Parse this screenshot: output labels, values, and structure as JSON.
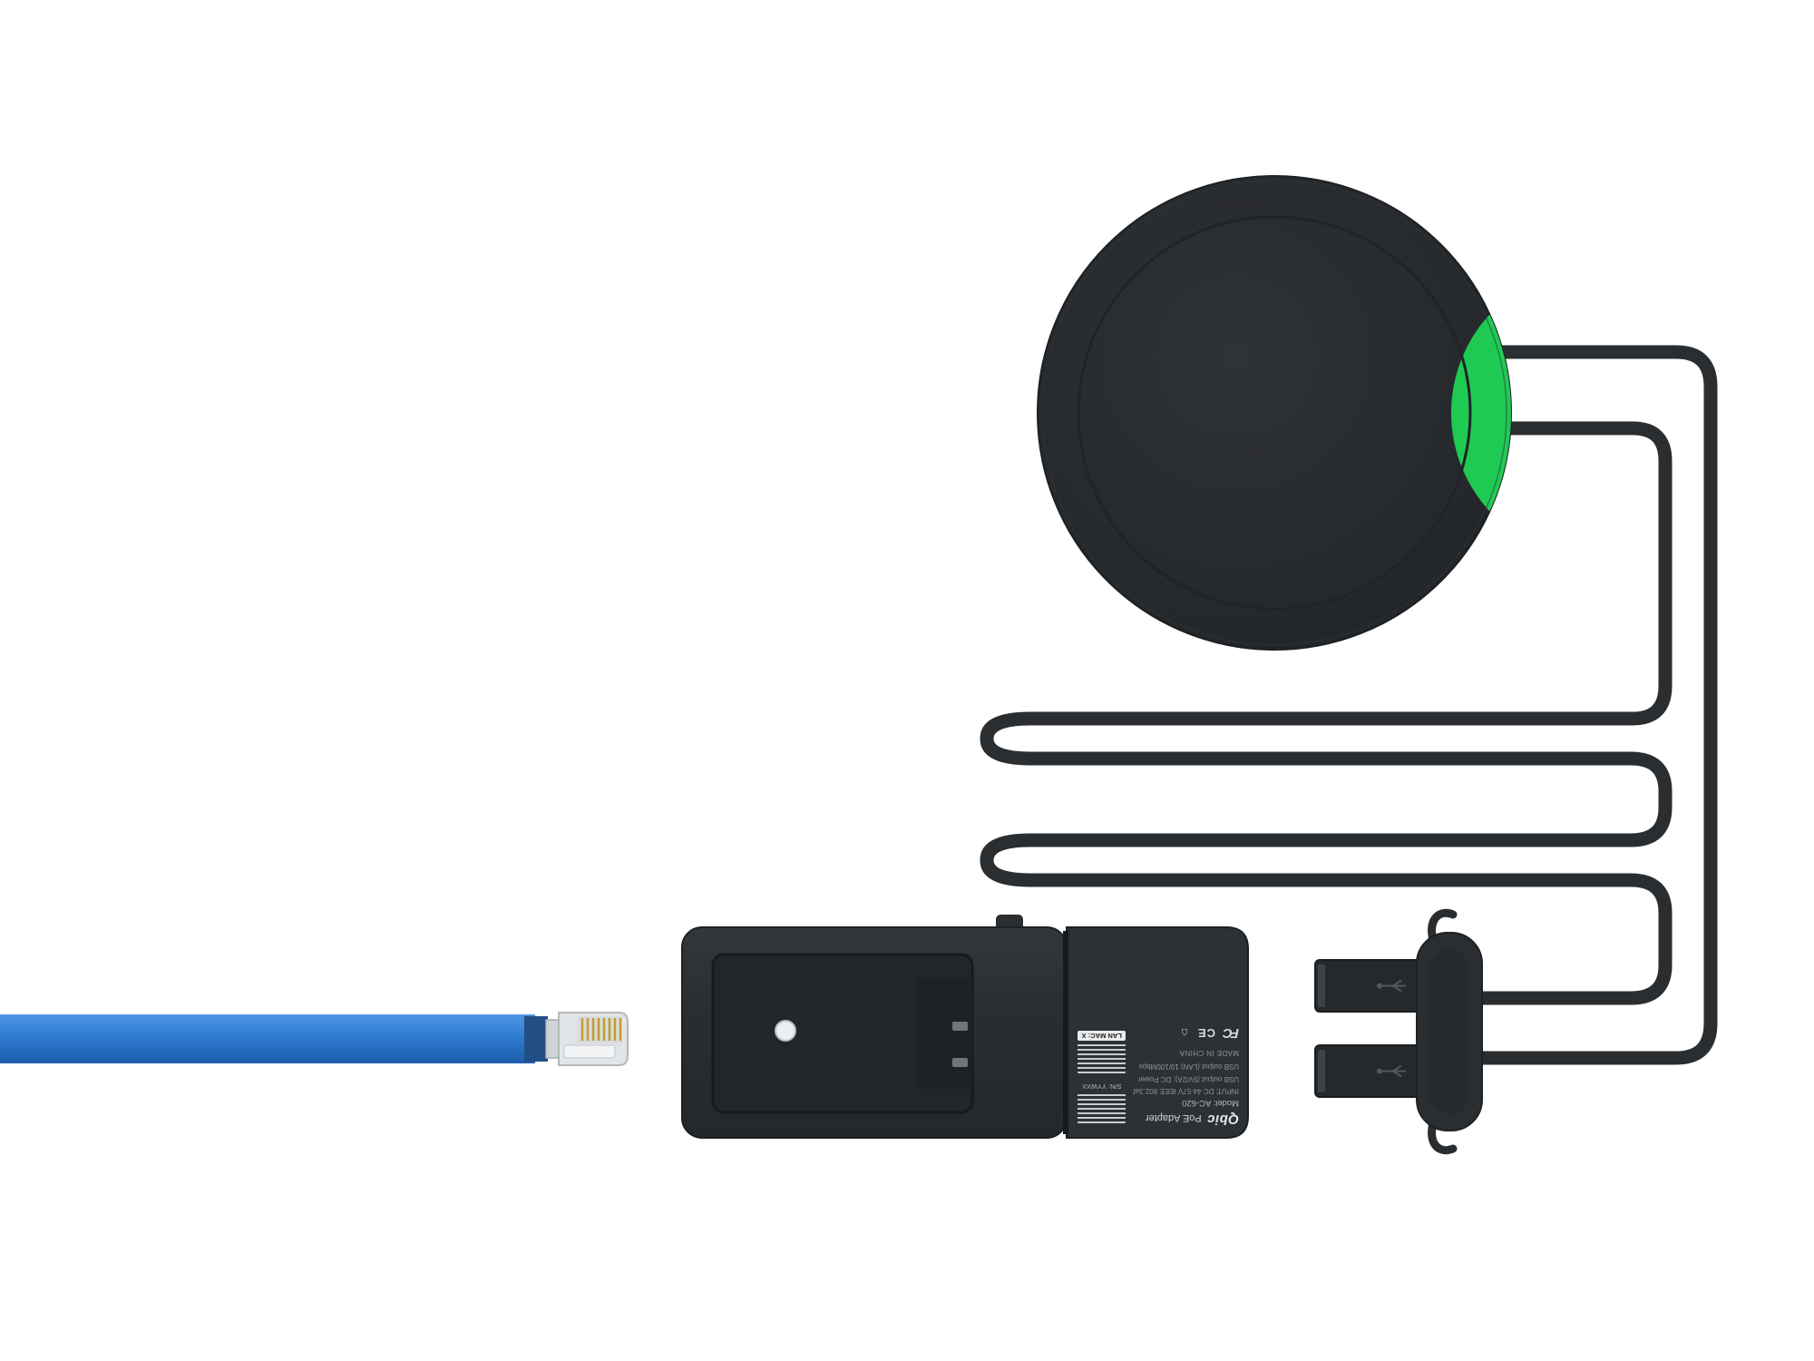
{
  "scene": {
    "description": "Product render of a round PoE-powered device with green LED lens, black power cable routed in a serpentine, dual-USB splitter plug, PoE adapter brick and a flat blue Ethernet cable with clear RJ45 connector",
    "colors": {
      "background": "#ffffff",
      "device_black": "#26292c",
      "accent_green": "#1fca52",
      "cable_black": "#2b2e31",
      "ethernet_blue": "#2e7bd2",
      "rj45_clear": "#e2e5e7",
      "pin_gold": "#c49b2d"
    }
  },
  "adapter_label": {
    "brand": "Qbic",
    "product": "PoE Adapter",
    "model": "Model: AC-620",
    "specs": [
      "INPUT: DC 44-57V IEEE 802.3af",
      "USB output (5V/2A); DC Power",
      "USB output (LAN) 10/100Mbps"
    ],
    "origin": "MADE IN CHINA",
    "serial": "S/N: YYWXX",
    "mac": "LAN MAC: X",
    "fcc_mark": "FC",
    "ce_mark": "CE",
    "house_mark": "⌂"
  }
}
